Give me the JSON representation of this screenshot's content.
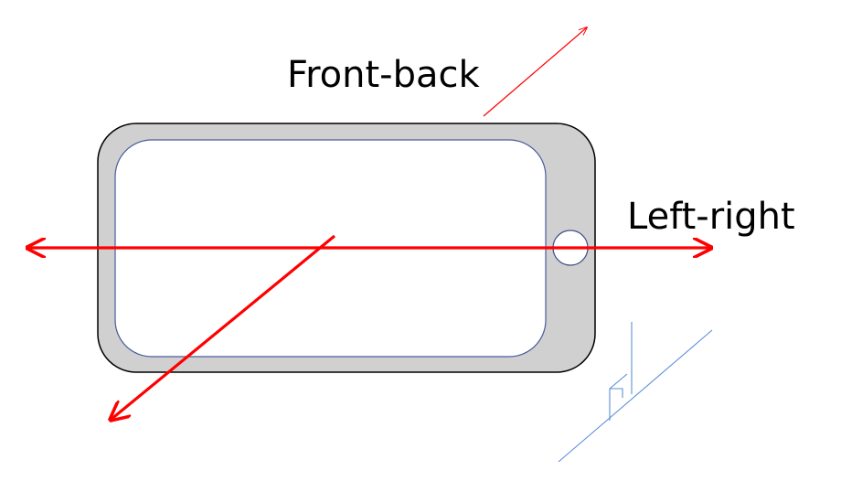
{
  "labels": {
    "front_back": "Front-back",
    "left_right": "Left-right"
  },
  "colors": {
    "axis_arrow": "#ff0000",
    "device_body": "#d0d0d0",
    "device_outline": "#000000",
    "screen_fill": "#ffffff",
    "screen_outline": "#4a5c9c",
    "home_button_outline": "#3f4d8a",
    "perspective_guide": "#5b8fd6"
  },
  "icons": {
    "device": "smartphone-landscape",
    "home_button": "home-button-circle"
  }
}
